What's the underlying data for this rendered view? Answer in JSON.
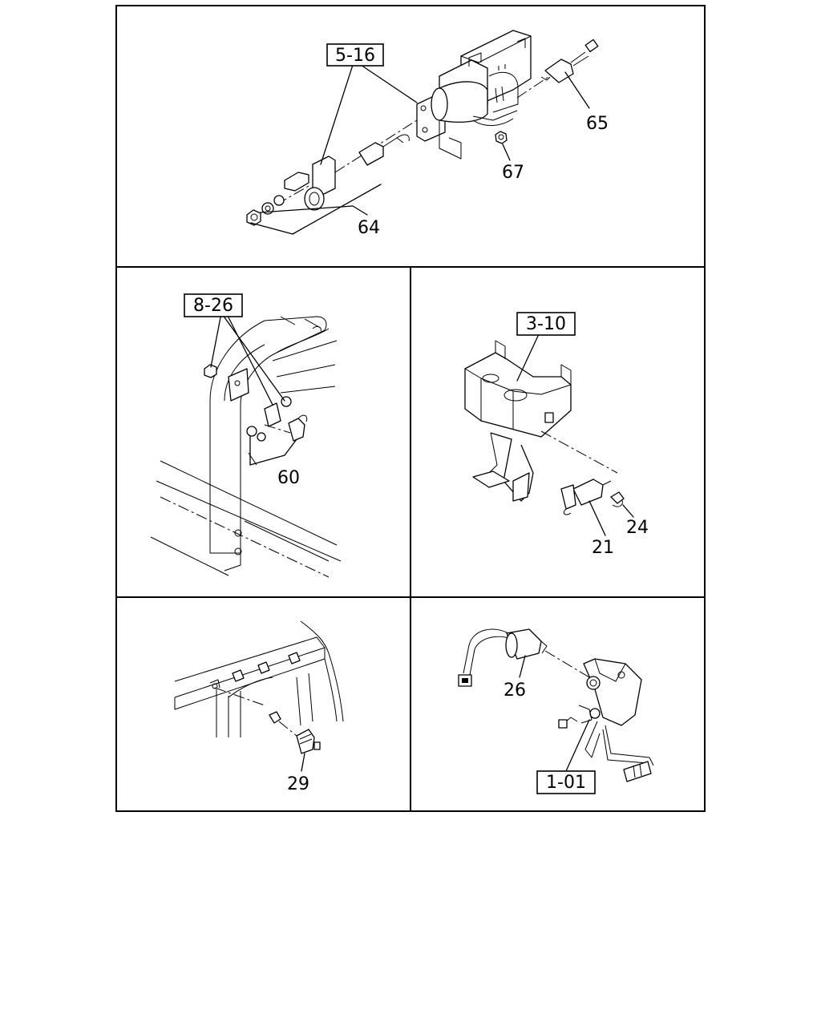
{
  "panels": [
    {
      "id": "top",
      "refs": [
        "5-16"
      ],
      "callouts": [
        "65",
        "67",
        "64"
      ]
    },
    {
      "id": "middle-left",
      "refs": [
        "8-26"
      ],
      "callouts": [
        "60"
      ]
    },
    {
      "id": "middle-right",
      "refs": [
        "3-10"
      ],
      "callouts": [
        "24",
        "21"
      ]
    },
    {
      "id": "bottom-left",
      "refs": [],
      "callouts": [
        "29"
      ]
    },
    {
      "id": "bottom-right",
      "refs": [
        "1-01"
      ],
      "callouts": [
        "26"
      ]
    }
  ],
  "refs": {
    "r516": "5-16",
    "r826": "8-26",
    "r310": "3-10",
    "r101": "1-01"
  },
  "callouts": {
    "c65": "65",
    "c67": "67",
    "c64": "64",
    "c60": "60",
    "c24": "24",
    "c21": "21",
    "c29": "29",
    "c26": "26"
  }
}
